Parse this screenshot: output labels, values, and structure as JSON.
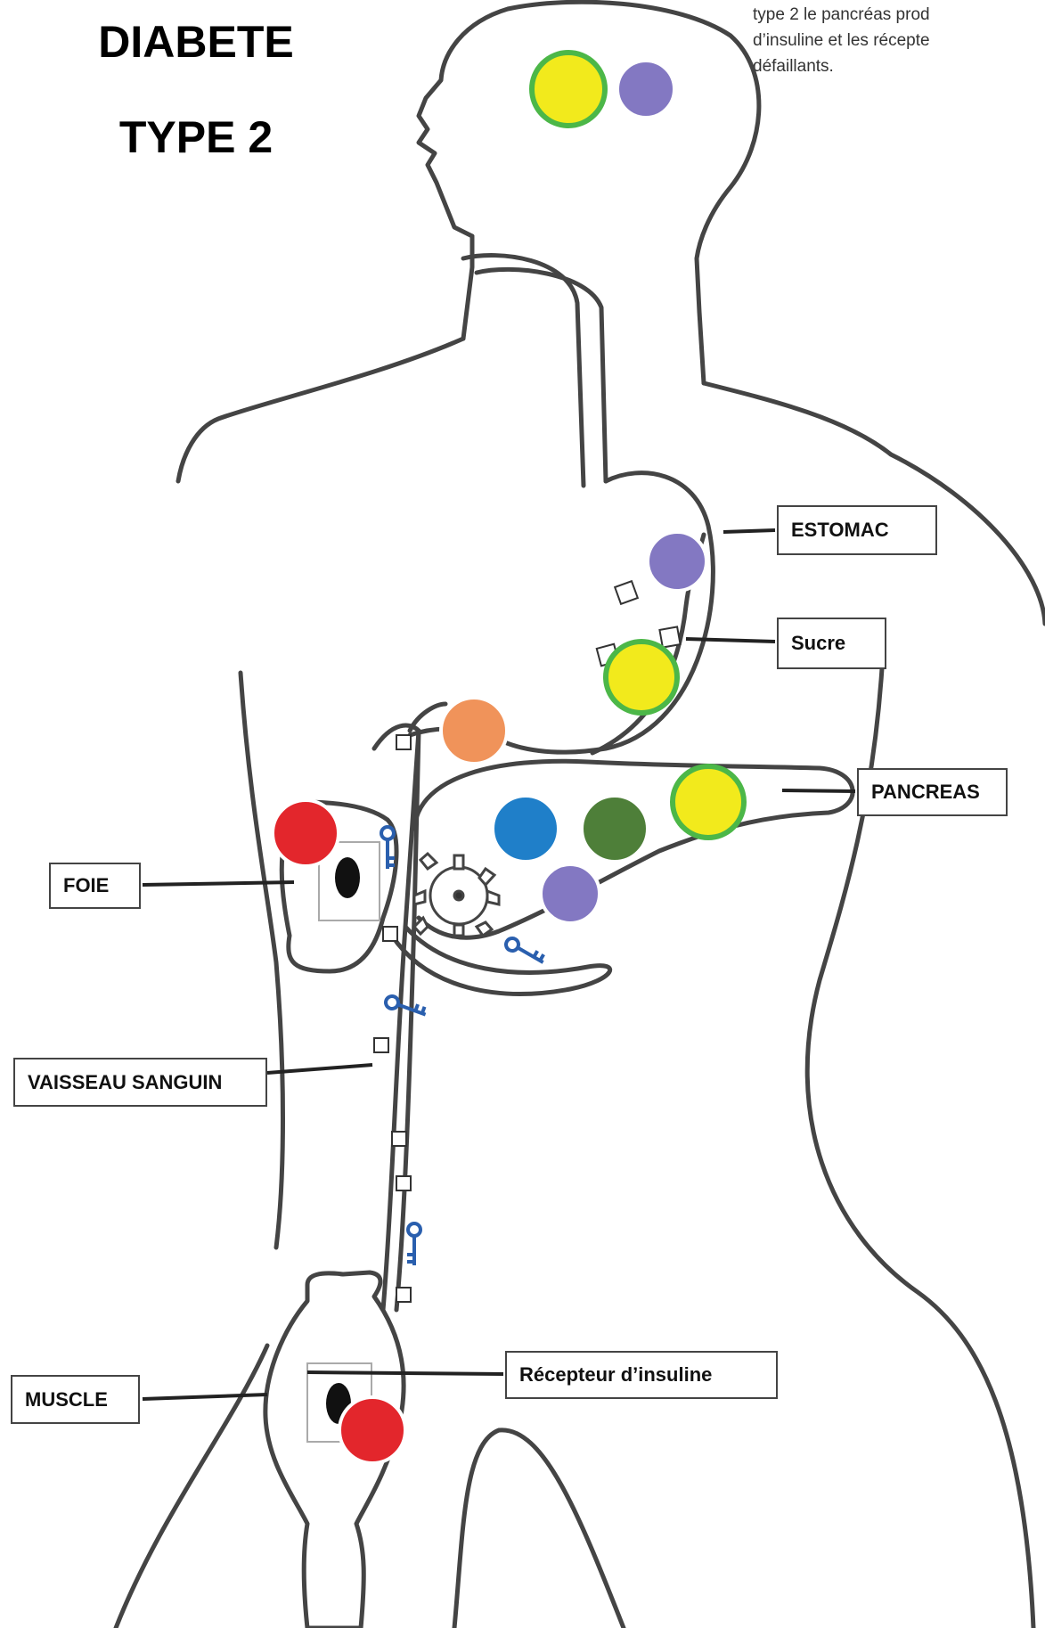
{
  "title": {
    "line1": "DIABETE",
    "line2": "TYPE 2"
  },
  "note": {
    "text": "type 2 le pancréas prod\nd’insuline et les récepte\ndéfaillants."
  },
  "labels": {
    "estomac": "ESTOMAC",
    "sucre": "Sucre",
    "pancreas": "PANCREAS",
    "foie": "FOIE",
    "vaisseau": "VAISSEAU SANGUIN",
    "muscle": "MUSCLE",
    "recepteur": "Récepteur d’insuline"
  },
  "colors": {
    "yellow": "#f2ea1c",
    "green_ring": "#4cb748",
    "purple": "#8378c2",
    "orange": "#f0935a",
    "red": "#e3262c",
    "blue": "#1f7fc9",
    "dark_green": "#4e7f39",
    "key_blue": "#2a5fae",
    "outline": "#444444"
  }
}
